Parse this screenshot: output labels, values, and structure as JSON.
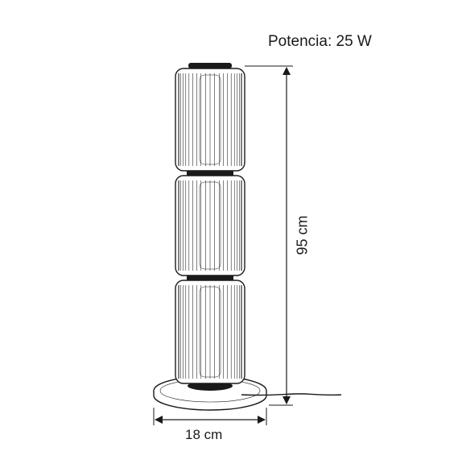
{
  "power_label": "Potencia: 25 W",
  "height_label": "95 cm",
  "width_label": "18 cm",
  "line_color": "#1a1a1a"
}
